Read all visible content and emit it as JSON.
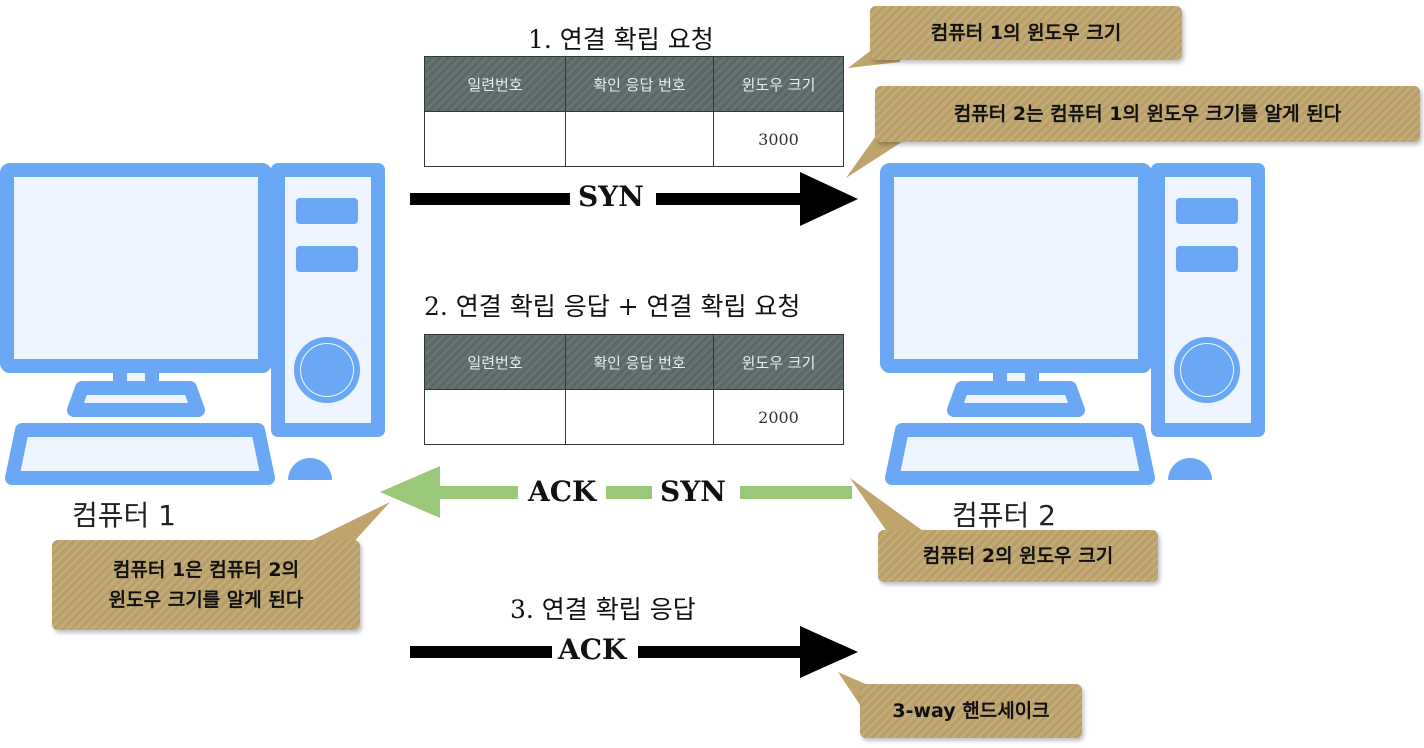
{
  "steps": [
    {
      "title": "1. 연결 확립 요청",
      "window_size": "3000",
      "arrow_label": "SYN"
    },
    {
      "title": "2. 연결 확립 응답 + 연결 확립 요청",
      "window_size": "2000",
      "arrow_label_1": "ACK",
      "arrow_label_2": "SYN"
    },
    {
      "title": "3. 연결 확립 응답",
      "arrow_label": "ACK"
    }
  ],
  "table_headers": [
    "일련번호",
    "확인 응답 번호",
    "윈도우 크기"
  ],
  "computers": [
    {
      "label": "컴퓨터 1"
    },
    {
      "label": "컴퓨터 2"
    }
  ],
  "callouts": {
    "pc1_window": "컴퓨터 1의 윈도우 크기",
    "pc2_learns": "컴퓨터 2는 컴퓨터 1의 윈도우 크기를 알게 된다",
    "pc2_window": "컴퓨터 2의 윈도우 크기",
    "pc1_learns_line1": "컴퓨터 1은 컴퓨터 2의",
    "pc1_learns_line2": "윈도우 크기를 알게 된다",
    "handshake": "3-way 핸드세이크"
  },
  "colors": {
    "computer": "#6aa8f6",
    "computer_fill": "#eef5ff",
    "arrow_black": "#000000",
    "arrow_green": "#98c878",
    "callout": "#c0a46c",
    "table_header": "#5e6b6b"
  }
}
